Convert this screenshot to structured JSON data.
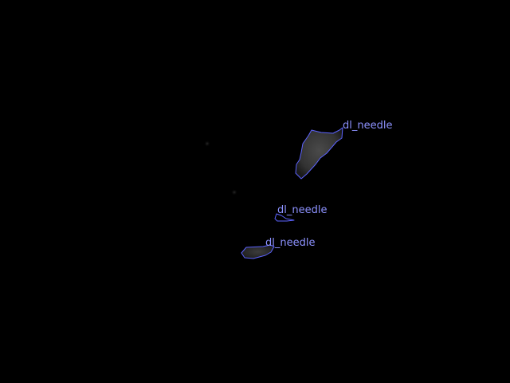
{
  "image": {
    "background_color": "#000000",
    "outline_color": "#5c63ff",
    "label_color": "#8d92ff",
    "object_fill_color": "#3a3a3a"
  },
  "annotations": [
    {
      "label": "dl_needle"
    },
    {
      "label": "dl_needle"
    },
    {
      "label": "dl_needle"
    }
  ]
}
